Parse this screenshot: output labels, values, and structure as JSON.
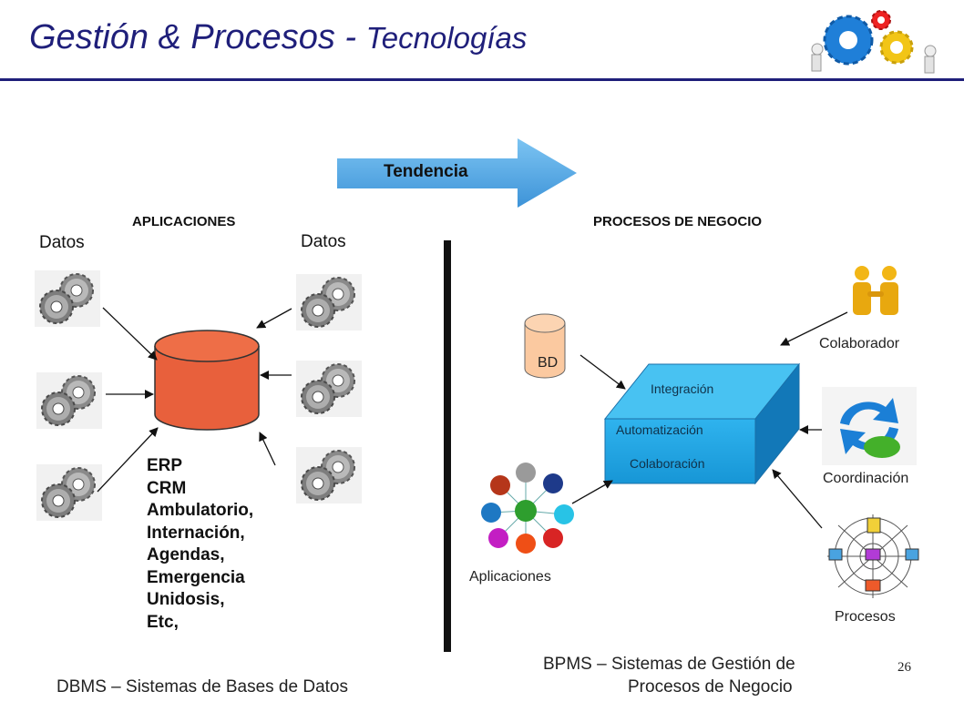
{
  "title": {
    "main": "Gestión & Procesos - ",
    "sub": "Tecnologías"
  },
  "trend_label": "Tendencia",
  "left": {
    "header": "APLICACIONES",
    "datos_left": "Datos",
    "datos_right": "Datos",
    "apps": [
      "ERP",
      "CRM",
      "Ambulatorio,",
      "Internación,",
      "Agendas,",
      "Emergencia",
      "Unidosis,",
      "Etc,"
    ],
    "caption": "DBMS – Sistemas de Bases de Datos"
  },
  "right": {
    "header": "PROCESOS DE NEGOCIO",
    "bd": "BD",
    "cube": {
      "top": "Integración",
      "middle": "Automatización",
      "bottom": "Colaboración"
    },
    "colaborador": "Colaborador",
    "coordinacion": "Coordinación",
    "procesos": "Procesos",
    "aplicaciones": "Aplicaciones",
    "caption_line1": "BPMS – Sistemas de Gestión de",
    "caption_line2": "Procesos de Negocio"
  },
  "page_number": "26",
  "colors": {
    "title": "#1f1f7a",
    "db_cylinder": "#e8603c",
    "bd_cylinder": "#fbc9a0",
    "cube": "#1ea3e0",
    "arrow": "#4aa8e8"
  }
}
